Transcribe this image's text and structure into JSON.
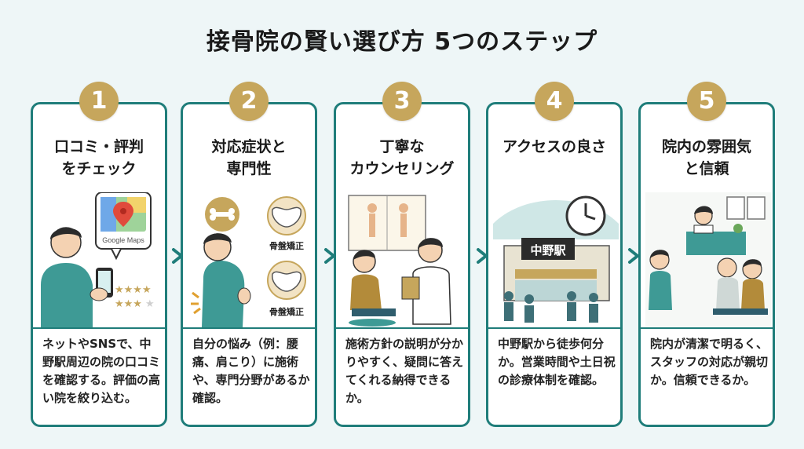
{
  "title": "接骨院の賢い選び方 5つのステップ",
  "colors": {
    "accent": "#1f7d7a",
    "badge": "#c6a65c",
    "background": "#eef6f7"
  },
  "steps": [
    {
      "number": "1",
      "title_line1": "口コミ・評判",
      "title_line2": "をチェック",
      "description": "ネットやSNSで、中野駅周辺の院の口コミを確認する。評価の高い院を絞り込む。",
      "illustration": {
        "maps_label": "Google Maps",
        "rating_full": 4,
        "rating_second": 3
      }
    },
    {
      "number": "2",
      "title_line1": "対応症状と",
      "title_line2": "専門性",
      "description": "自分の悩み（例：腰痛、肩こり）に施術や、専門分野があるか確認。",
      "illustration": {
        "label_top": "骨盤矯正",
        "label_bottom": "骨盤矯正"
      }
    },
    {
      "number": "3",
      "title_line1": "丁寧な",
      "title_line2": "カウンセリング",
      "description": "施術方針の説明が分かりやすく、疑問に答えてくれる納得できるか。"
    },
    {
      "number": "4",
      "title_line1": "アクセスの良さ",
      "title_line2": "",
      "description": "中野駅から徒歩何分か。営業時間や土日祝の診療体制を確認。",
      "illustration": {
        "station_sign": "中野駅"
      }
    },
    {
      "number": "5",
      "title_line1": "院内の雰囲気",
      "title_line2": "と信頼",
      "description": "院内が清潔で明るく、スタッフの対応が親切か。信頼できるか。"
    }
  ]
}
